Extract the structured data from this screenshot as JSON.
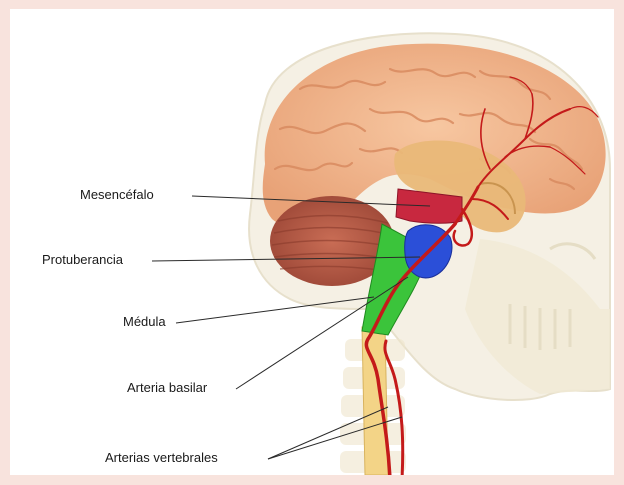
{
  "labels": {
    "midbrain": "Mesencéfalo",
    "pons": "Protuberancia",
    "medulla": "Médula",
    "basilar_artery": "Arteria basilar",
    "vertebral_arteries": "Arterias vertebrales"
  },
  "colors": {
    "midbrain": "#c8283f",
    "pons": "#2b4fd8",
    "medulla": "#3bc43b",
    "arteries": "#c41a1a",
    "brain": "#f2b48a",
    "cerebellum": "#b85a45",
    "spinal_cord": "#f3d487",
    "skull": "#efe7cf"
  }
}
